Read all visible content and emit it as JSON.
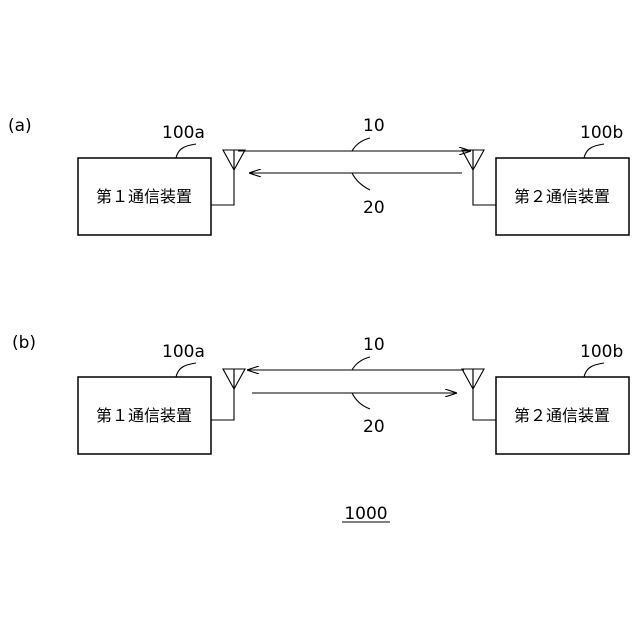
{
  "figure_label": "1000",
  "panels": [
    {
      "panel_label": "(a)",
      "device_left": {
        "ref": "100a",
        "name": "第１通信装置"
      },
      "device_right": {
        "ref": "100b",
        "name": "第２通信装置"
      },
      "link_upper": {
        "ref": "10",
        "direction": "left-to-right"
      },
      "link_lower": {
        "ref": "20",
        "direction": "right-to-left"
      }
    },
    {
      "panel_label": "(b)",
      "device_left": {
        "ref": "100a",
        "name": "第１通信装置"
      },
      "device_right": {
        "ref": "100b",
        "name": "第２通信装置"
      },
      "link_upper": {
        "ref": "10",
        "direction": "right-to-left"
      },
      "link_lower": {
        "ref": "20",
        "direction": "left-to-right"
      }
    }
  ]
}
